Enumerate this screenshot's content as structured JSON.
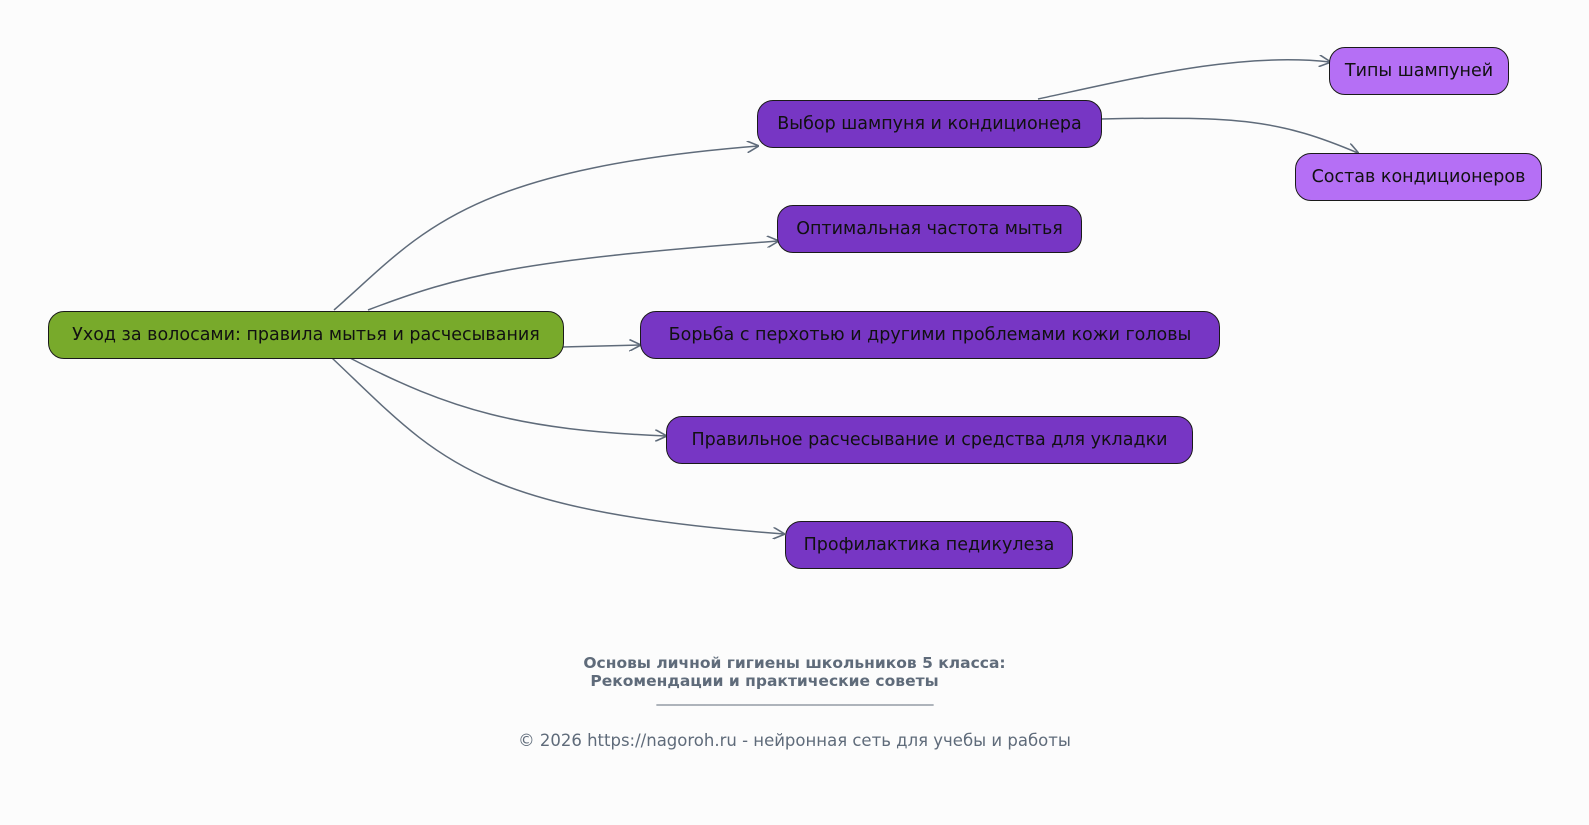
{
  "diagram": {
    "root": "Уход за волосами: правила мытья и расчесывания",
    "branches": [
      "Выбор шампуня и кондиционера",
      "Оптимальная частота мытья",
      "Борьба с перхотью и другими проблемами кожи головы",
      "Правильное расчесывание и средства для укладки",
      "Профилактика педикулеза"
    ],
    "sub_branches": [
      "Типы шампуней",
      "Состав кондиционеров"
    ],
    "colors": {
      "root": "#78aa2b",
      "level1": "#7736c4",
      "level2": "#b56ff5",
      "edge": "#5f6b7a"
    }
  },
  "footer": {
    "title_line1": "Основы личной гигиены школьников 5 класса:",
    "title_line2": "Рекомендации и практические советы",
    "rule": "______________________________________________",
    "copyright": "© 2026 https://nagoroh.ru - нейронная сеть для учебы и работы"
  }
}
